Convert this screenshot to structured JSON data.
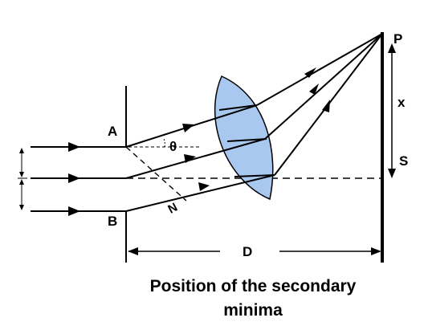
{
  "labels": {
    "slit_top": "A",
    "slit_bottom": "B",
    "angle": "θ",
    "foot": "N",
    "screen_point": "P",
    "distance_x": "x",
    "screen": "S",
    "distance_d": "D"
  },
  "caption": {
    "line1": "Position of the secondary",
    "line2": "minima"
  },
  "colors": {
    "lens_fill": "#a8c8f0",
    "ink": "#000000"
  }
}
